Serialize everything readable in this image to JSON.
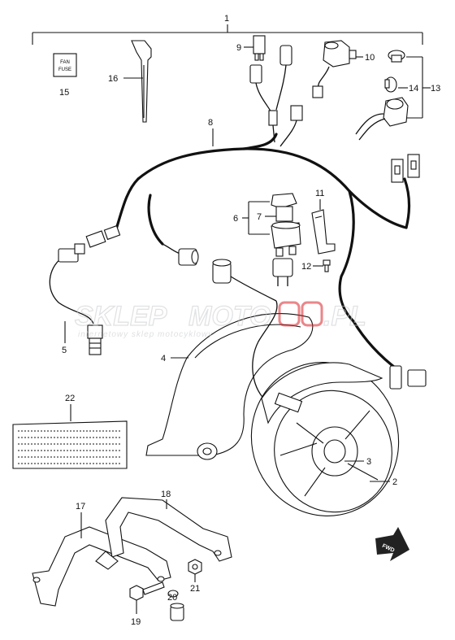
{
  "callouts": {
    "c1": "1",
    "c2": "2",
    "c3": "3",
    "c4": "4",
    "c5": "5",
    "c6": "6",
    "c7": "7",
    "c8": "8",
    "c9": "9",
    "c10": "10",
    "c11": "11",
    "c12": "12",
    "c13": "13",
    "c14": "14",
    "c15": "15",
    "c16": "16",
    "c17": "17",
    "c18": "18",
    "c19": "19",
    "c20": "20",
    "c21": "21",
    "c22": "22"
  },
  "fuse_label": {
    "line1": "FAN",
    "line2": "FUSE"
  },
  "fwd_label": "FWD",
  "watermark": {
    "brand_a": "SKLEP",
    "brand_b": "MOTO",
    "brand_c": ".PL",
    "tagline": "internetowy sklep motocyklowy",
    "color": "#d9252a"
  }
}
